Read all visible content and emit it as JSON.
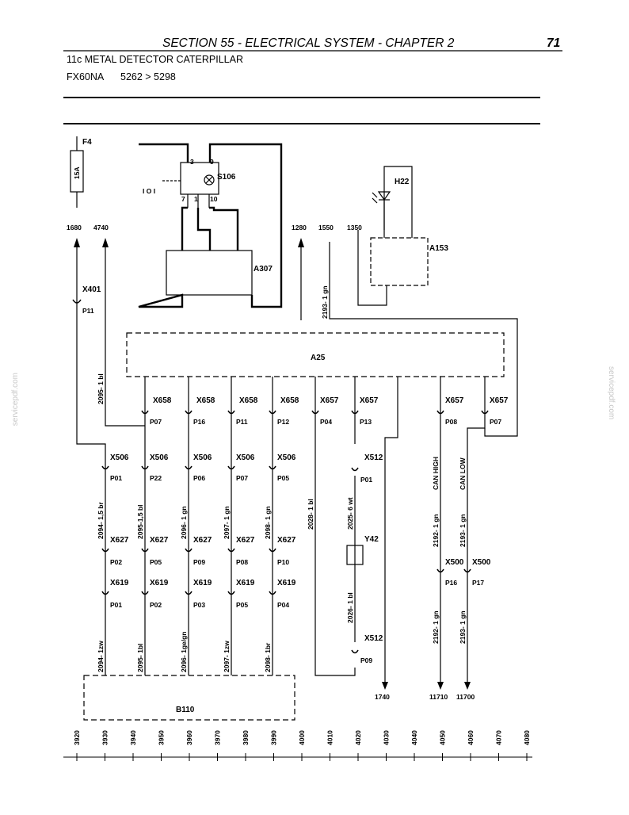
{
  "header": {
    "section_title": "SECTION 55 - ELECTRICAL SYSTEM - CHAPTER 2",
    "page_number": "71",
    "subtitle": "11c   METAL DETECTOR CATERPILLAR",
    "model": "FX60NA",
    "serial_range": "5262  >  5298"
  },
  "watermark": "servicepdf.com",
  "components": {
    "fuse": "F4",
    "fuse_rating": "15A",
    "switch": "S106",
    "switch_positions": "I O I",
    "lamp": "H22",
    "module_a307": "A307",
    "module_a153": "A153",
    "module_a25": "A25",
    "valve": "Y42",
    "module_b110": "B110"
  },
  "switch_pins": [
    "3",
    "9",
    "7",
    "1",
    "10"
  ],
  "refs_top": [
    "1680",
    "4740",
    "1280",
    "1550",
    "1350"
  ],
  "x401": {
    "connector": "X401",
    "pin": "P11"
  },
  "x658_connectors": [
    {
      "name": "X658",
      "pin": "P07"
    },
    {
      "name": "X658",
      "pin": "P16"
    },
    {
      "name": "X658",
      "pin": "P11"
    },
    {
      "name": "X658",
      "pin": "P12"
    }
  ],
  "x657_connectors": [
    {
      "name": "X657",
      "pin": "P04"
    },
    {
      "name": "X657",
      "pin": "P13"
    },
    {
      "name": "X657",
      "pin": "P08"
    },
    {
      "name": "X657",
      "pin": "P07"
    }
  ],
  "x506_connectors": [
    {
      "name": "X506",
      "pin": "P01"
    },
    {
      "name": "X506",
      "pin": "P22"
    },
    {
      "name": "X506",
      "pin": "P06"
    },
    {
      "name": "X506",
      "pin": "P07"
    },
    {
      "name": "X506",
      "pin": "P05"
    }
  ],
  "x627_connectors": [
    {
      "name": "X627",
      "pin": "P02"
    },
    {
      "name": "X627",
      "pin": "P05"
    },
    {
      "name": "X627",
      "pin": "P09"
    },
    {
      "name": "X627",
      "pin": "P08"
    },
    {
      "name": "X627",
      "pin": "P10"
    }
  ],
  "x619_connectors": [
    {
      "name": "X619",
      "pin": "P01"
    },
    {
      "name": "X619",
      "pin": "P02"
    },
    {
      "name": "X619",
      "pin": "P03"
    },
    {
      "name": "X619",
      "pin": "P05"
    },
    {
      "name": "X619",
      "pin": "P04"
    }
  ],
  "x512_top": {
    "connector": "X512",
    "pin": "P01"
  },
  "x512_bottom": {
    "connector": "X512",
    "pin": "P09"
  },
  "x500_connectors": [
    {
      "name": "X500",
      "pin": "P16"
    },
    {
      "name": "X500",
      "pin": "P17"
    }
  ],
  "wire_labels_upper": [
    "2094- 1,5 br",
    "2095-1,5 bl",
    "2096- 1 gn",
    "2097- 1 gn",
    "2098- 1 gn"
  ],
  "wire_labels_lower": [
    "2094- 1zw",
    "2095- 1bl",
    "2096- 1ge/gn",
    "2097- 1zw",
    "2098- 1br"
  ],
  "wire_2095_top": "2095- 1 bl",
  "wire_2193_top": "2193- 1 gn",
  "wire_2028": "2028- 1 bl",
  "wire_2025": "2025- 6 wt",
  "wire_2026": "2026- 1 bl",
  "wire_2192": "2192- 1 gn",
  "wire_2193": "2193- 1 gn",
  "can_high": "CAN HIGH",
  "can_low": "CAN LOW",
  "refs_bottom": [
    "1740",
    "11710",
    "11700"
  ],
  "grid_refs": [
    "3920",
    "3930",
    "3940",
    "3950",
    "3960",
    "3970",
    "3980",
    "3990",
    "4000",
    "4010",
    "4020",
    "4030",
    "4040",
    "4050",
    "4060",
    "4070",
    "4080"
  ]
}
